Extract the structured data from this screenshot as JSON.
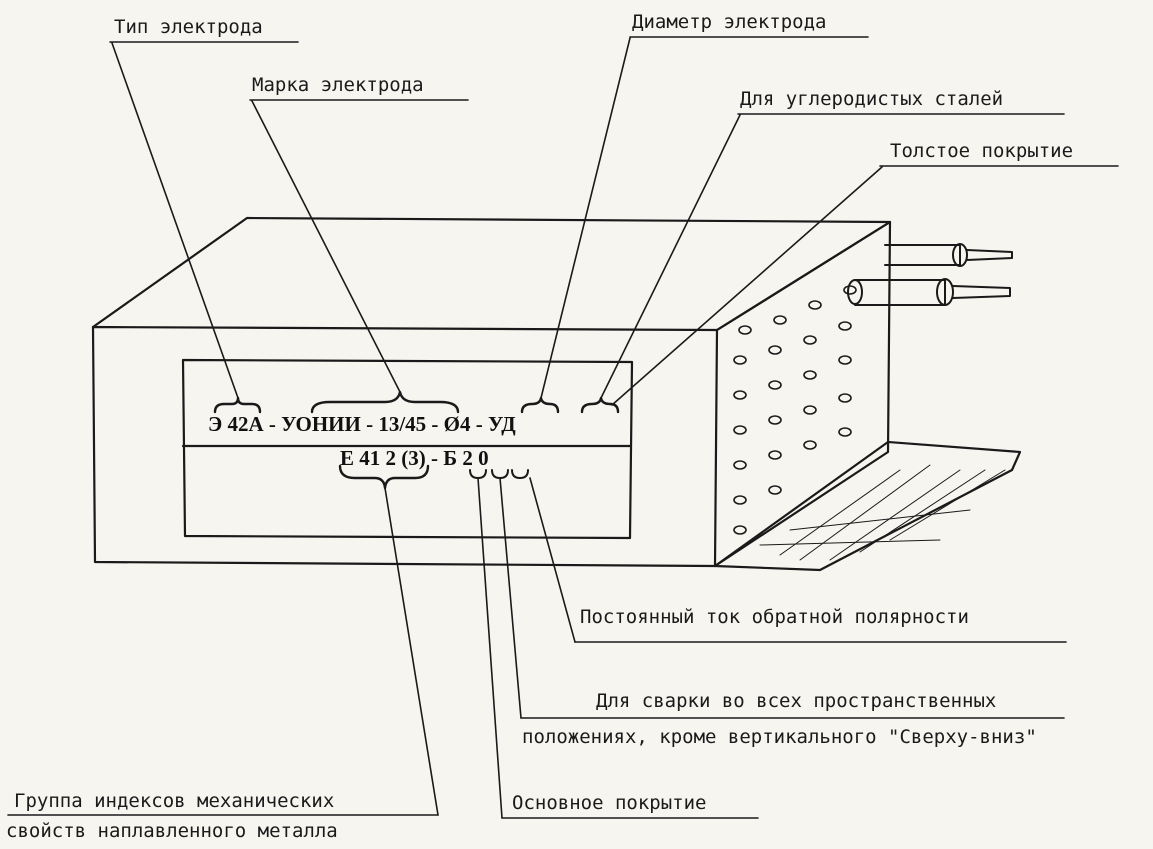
{
  "labels": {
    "type": "Тип электрода",
    "brand": "Марка электрода",
    "diameter": "Диаметр электрода",
    "carbon": "Для углеродистых сталей",
    "coating": "Толстое покрытие",
    "dc": "Постоянный ток обратной полярности",
    "positions_line1": "Для сварки во всех пространственных",
    "positions_line2": "положениях, кроме вертикального \"Сверху-вниз\"",
    "basic": "Основное покрытие",
    "group_line1": "Группа индексов механических",
    "group_line2": "свойств наплавленного металла"
  },
  "code": {
    "top": "Э 42А - УОНИИ - 13/45 - Ø4 - УД",
    "bottom": "Е 41 2 (3) - Б 2 0"
  },
  "colors": {
    "ink": "#1a1a1a",
    "paper": "#f7f5f0"
  }
}
